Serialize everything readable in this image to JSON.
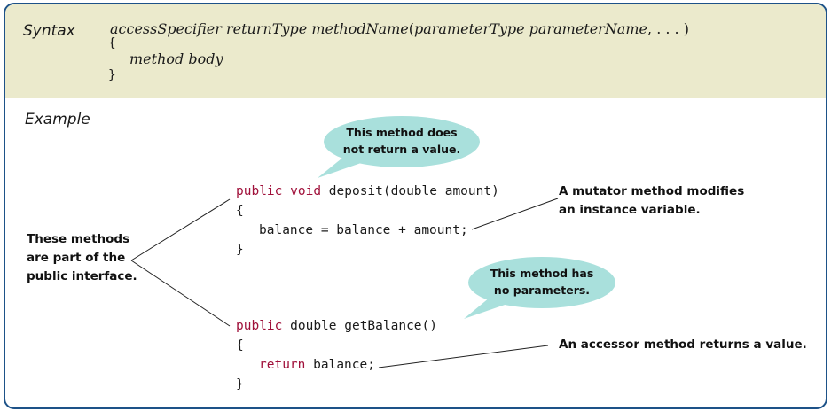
{
  "syntax": {
    "label": "Syntax",
    "signature": {
      "access_specifier": "accessSpecifier",
      "return_type": "returnType",
      "method_name": "methodName",
      "open_paren": "(",
      "parameter_type": "parameterType",
      "parameter_name": "parameterName",
      "rest": ", . . . )"
    },
    "open_brace": "{",
    "method_body": "method body",
    "close_brace": "}"
  },
  "example": {
    "label": "Example",
    "deposit": {
      "keyword_public": "public",
      "keyword_void": "void",
      "signature_rest": "deposit(double amount)",
      "open_brace": "{",
      "body": "balance = balance + amount;",
      "close_brace": "}"
    },
    "get_balance": {
      "keyword_public": "public",
      "signature_rest": "double getBalance()",
      "open_brace": "{",
      "keyword_return": "return",
      "body_rest": "balance;",
      "close_brace": "}"
    },
    "annotations": {
      "bubble_deposit": [
        "This method does",
        "not return a value."
      ],
      "bubble_get_balance": [
        "This method has",
        "no parameters."
      ],
      "mutator_note": [
        "A mutator method modifies",
        "an instance variable."
      ],
      "accessor_note": "An accessor method returns a value.",
      "public_interface_note": [
        "These methods",
        "are part of the",
        "public interface."
      ]
    }
  },
  "colors": {
    "frame_border": "#1d5288",
    "syntax_band": "#ebeacc",
    "keyword": "#a0103a",
    "bubble": "#a9e0dc"
  }
}
